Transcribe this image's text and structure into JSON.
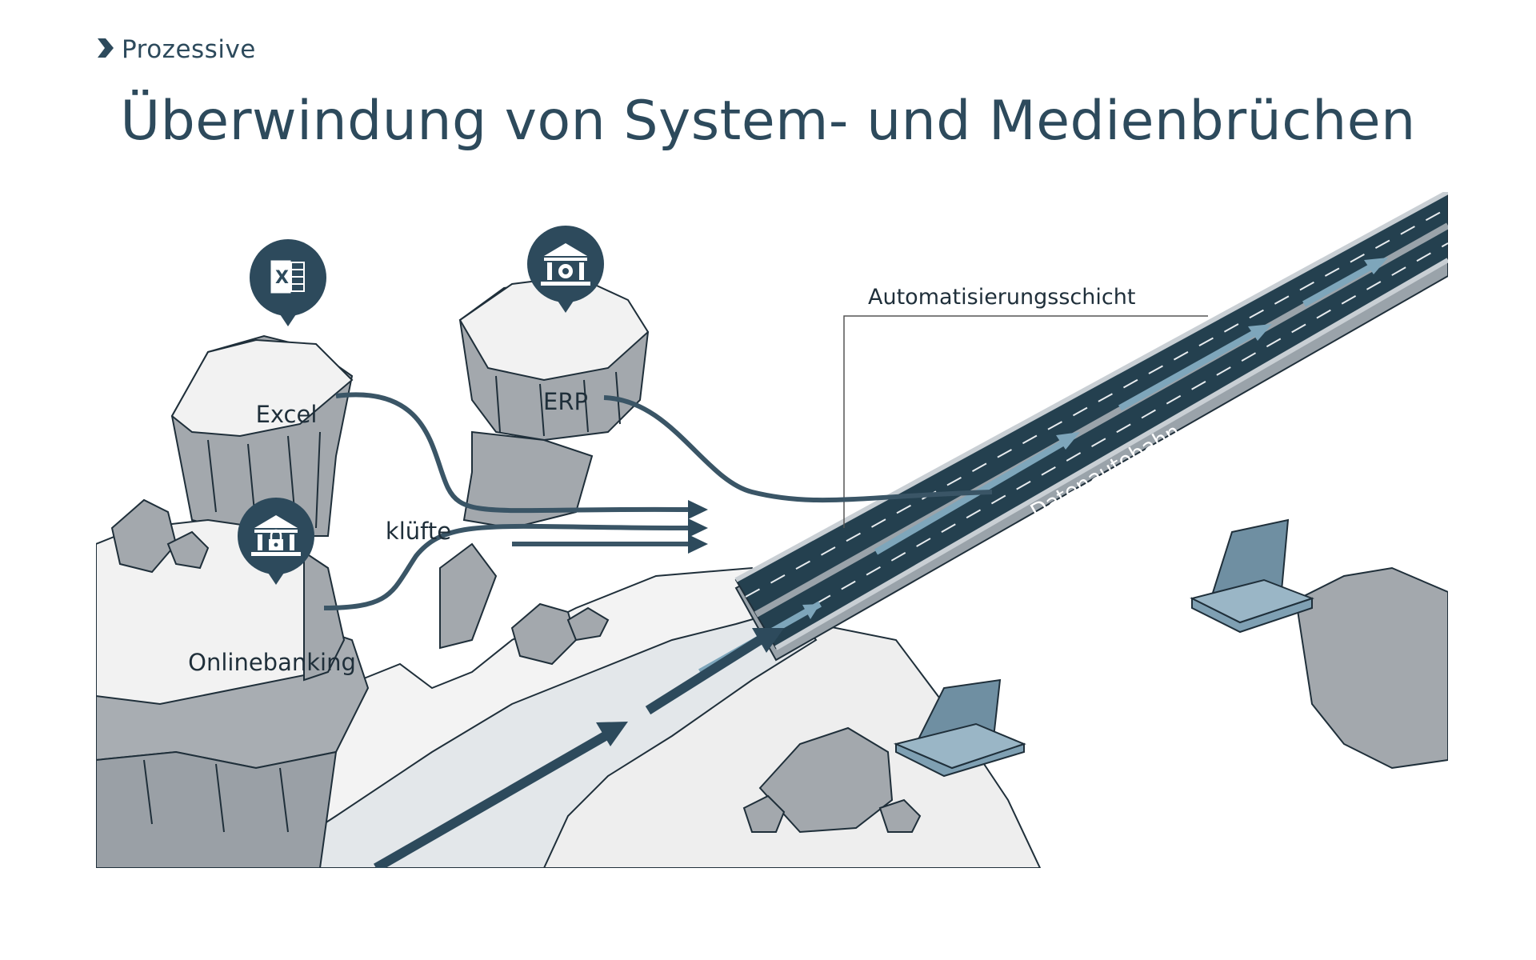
{
  "brand": {
    "name": "Prozessive",
    "logo_icon": "chevron-right-icon"
  },
  "title": "Überwindung von System- und Medienbrüchen",
  "diagram": {
    "nodes": [
      {
        "id": "excel",
        "label": "Excel",
        "icon": "excel-icon"
      },
      {
        "id": "erp",
        "label": "ERP",
        "icon": "erp-bank-gear-icon"
      },
      {
        "id": "onlinebanking",
        "label": "Onlinebanking",
        "icon": "bank-lock-icon"
      }
    ],
    "gap_label": "klüfte",
    "layer_label": "Automatisierungsschicht",
    "highway_label": "Datenautobahn"
  },
  "colors": {
    "primary": "#2d4a5c",
    "dark": "#24404f",
    "rock_light": "#f0f0f0",
    "rock_mid": "#a3a8ad",
    "rock_dark": "#7e868d",
    "arrow_light": "#7ea6bb"
  }
}
